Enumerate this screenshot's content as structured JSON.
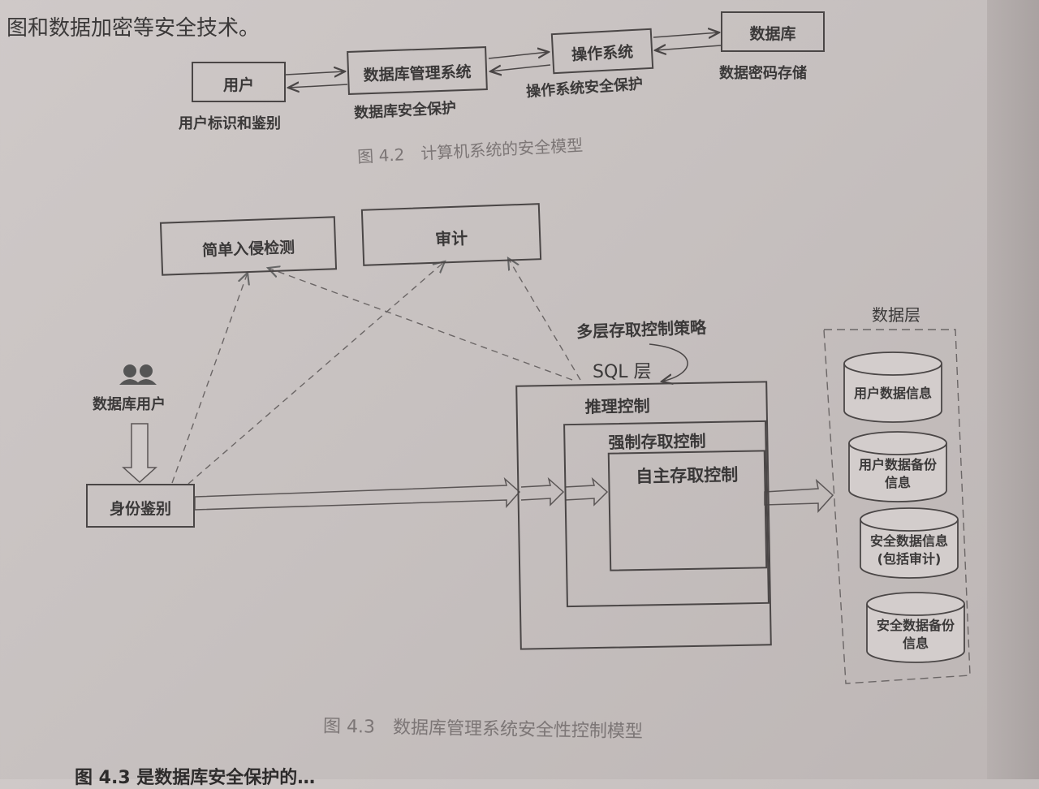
{
  "intro_text": "图和数据加密等安全技术。",
  "fig42": {
    "user": "用户",
    "dbms": "数据库管理系统",
    "os": "操作系统",
    "db": "数据库",
    "user_caption": "用户标识和鉴别",
    "dbms_caption": "数据库安全保护",
    "os_caption": "操作系统安全保护",
    "db_caption": "数据密码存储",
    "caption": "图 4.2　计算机系统的安全模型"
  },
  "fig43": {
    "intrusion": "简单入侵检测",
    "audit": "审计",
    "db_user": "数据库用户",
    "auth": "身份鉴别",
    "multilayer": "多层存取控制策略",
    "sql_layer": "SQL 层",
    "inference": "推理控制",
    "mandatory": "强制存取控制",
    "discretionary": "自主存取控制",
    "data_layer": "数据层",
    "cylinders": [
      [
        "用户数据信息"
      ],
      [
        "用户数据备份",
        "信息"
      ],
      [
        "安全数据信息",
        "(包括审计)"
      ],
      [
        "安全数据备份",
        "信息"
      ]
    ],
    "caption": "图 4.3　数据库管理系统安全性控制模型"
  },
  "bottom_text": "图 4.3 是数据库安全保护的…",
  "icons": {
    "users": "users-icon"
  }
}
